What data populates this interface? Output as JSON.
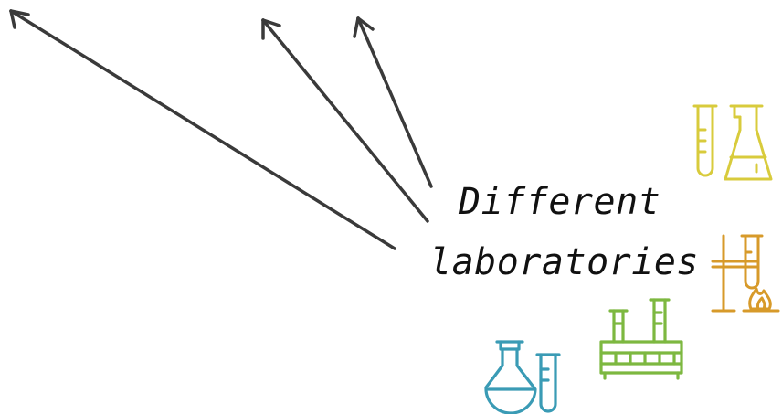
{
  "caption": {
    "line1": "Different",
    "line2": "laboratories"
  },
  "colors": {
    "arrows": "#3a3a3a",
    "caption": "#111111",
    "icon_yellow": "#d8cb3c",
    "icon_orange": "#d79a2a",
    "icon_green": "#7db840",
    "icon_blue": "#3a9bb5"
  },
  "icons": [
    {
      "name": "test-tube-and-flask-icon",
      "color": "icon_yellow"
    },
    {
      "name": "test-tube-over-burner-icon",
      "color": "icon_orange"
    },
    {
      "name": "test-tube-rack-icon",
      "color": "icon_green"
    },
    {
      "name": "round-flask-and-test-tube-icon",
      "color": "icon_blue"
    }
  ]
}
